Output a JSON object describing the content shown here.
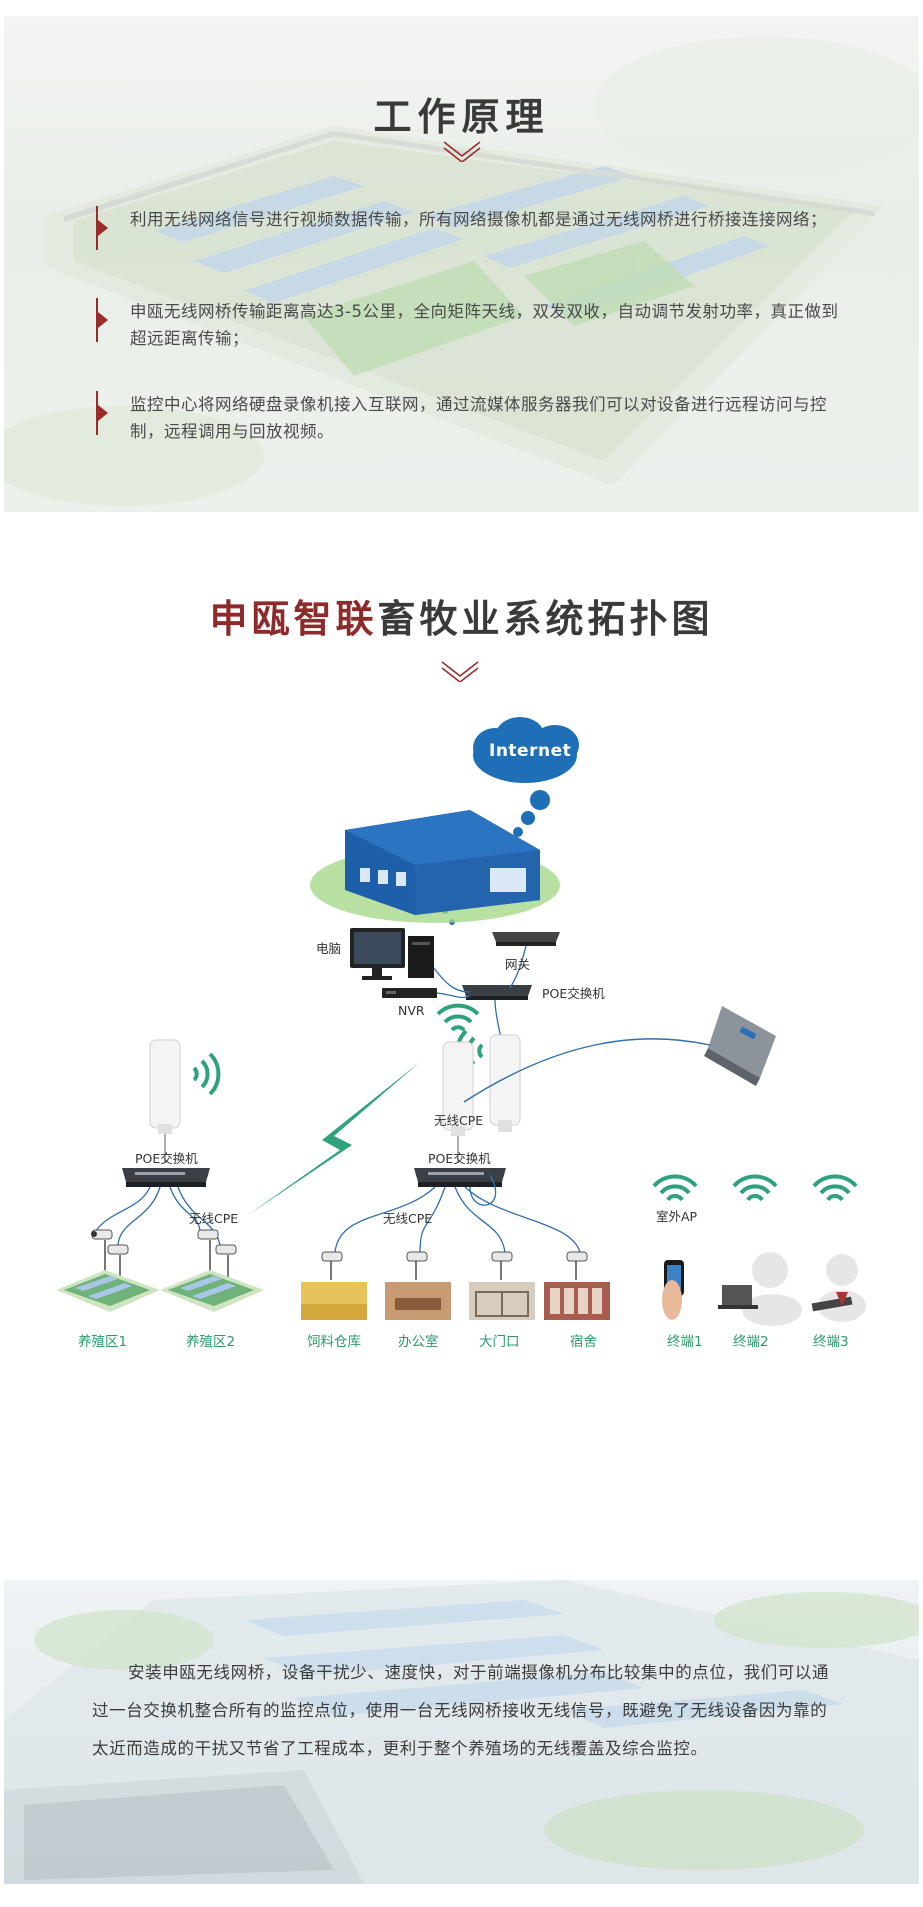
{
  "principle": {
    "title": "工作原理",
    "points": [
      "利用无线网络信号进行视频数据传输，所有网络摄像机都是通过无线网桥进行桥接连接网络；",
      "申瓯无线网桥传输距离高达3-5公里，全向矩阵天线，双发双收，自动调节发射功率，真正做到超远距离传输；",
      "监控中心将网络硬盘录像机接入互联网，通过流媒体服务器我们可以对设备进行远程访问与控制，远程调用与回放视频。"
    ]
  },
  "topology": {
    "title_brand": "申瓯智联",
    "title_rest": "畜牧业系统拓扑图",
    "labels": {
      "internet": "Internet",
      "computer": "电脑",
      "gateway": "网关",
      "nvr": "NVR",
      "poe_main": "POE交换机",
      "cpe_main": "无线CPE",
      "cpe_left": "无线CPE",
      "cpe_mid": "无线CPE",
      "outdoor_ap": "室外AP",
      "poe_left": "POE交换机",
      "poe_mid": "POE交换机"
    },
    "endpoints": [
      "养殖区1",
      "养殖区2",
      "饲料仓库",
      "办公室",
      "大门口",
      "宿舍",
      "终端1",
      "终端2",
      "终端3"
    ],
    "colors": {
      "accent_red": "#8e2a2a",
      "cloud_blue": "#1e6fb5",
      "signal_green": "#2ea37a",
      "cable_blue": "#2f6fb0"
    }
  },
  "summary": {
    "text": "安装申瓯无线网桥，设备干扰少、速度快，对于前端摄像机分布比较集中的点位，我们可以通过一台交换机整合所有的监控点位，使用一台无线网桥接收无线信号，既避免了无线设备因为靠的太近而造成的干扰又节省了工程成本，更利于整个养殖场的无线覆盖及综合监控。"
  }
}
